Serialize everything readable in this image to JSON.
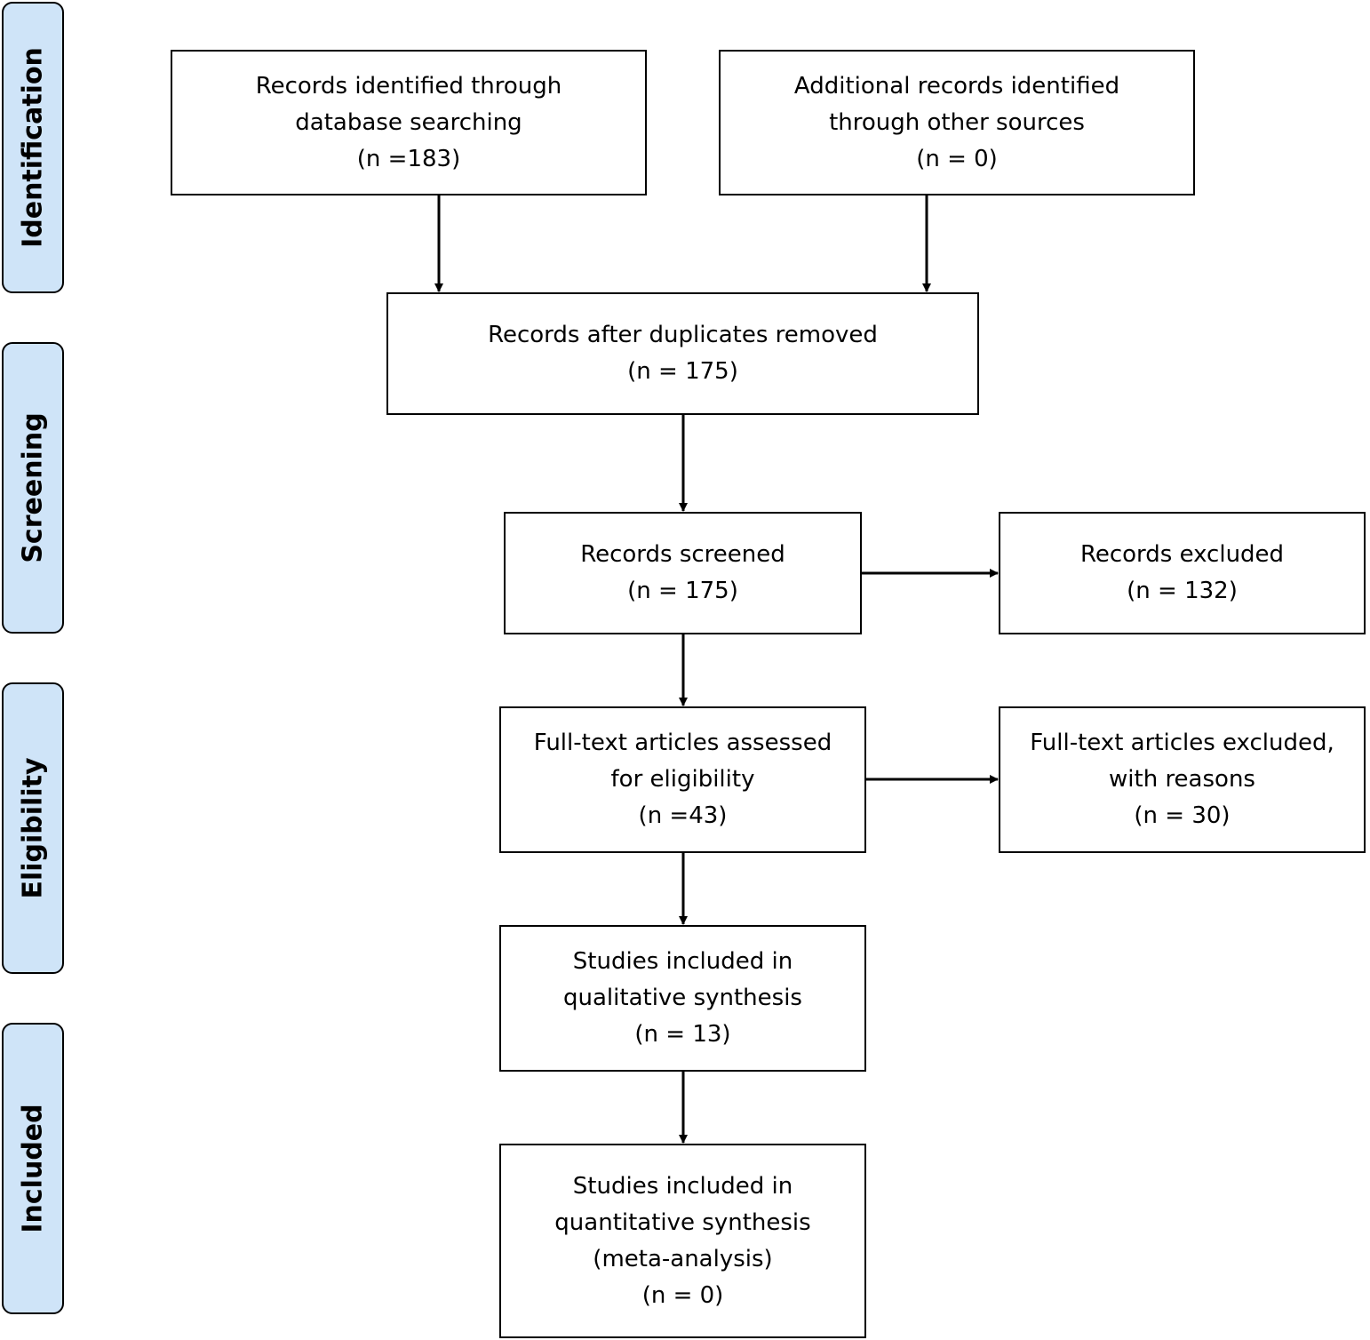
{
  "phases": {
    "identification": "Identification",
    "screening": "Screening",
    "eligibility": "Eligibility",
    "included": "Included"
  },
  "boxes": {
    "database_records": {
      "lines": [
        "Records identified through",
        "database searching",
        "(n =183)"
      ]
    },
    "other_sources": {
      "lines": [
        "Additional records identified",
        "through other sources",
        "(n = 0)"
      ]
    },
    "after_duplicates": {
      "lines": [
        "Records after duplicates removed",
        "(n = 175)"
      ]
    },
    "screened": {
      "lines": [
        "Records screened",
        "(n = 175)"
      ]
    },
    "excluded": {
      "lines": [
        "Records excluded",
        "(n = 132)"
      ]
    },
    "full_text_assessed": {
      "lines": [
        "Full-text articles assessed",
        "for eligibility",
        "(n =43)"
      ]
    },
    "full_text_excluded": {
      "lines": [
        "Full-text articles excluded,",
        "with reasons",
        "(n = 30)"
      ]
    },
    "qualitative": {
      "lines": [
        "Studies included in",
        "qualitative synthesis",
        "(n = 13)"
      ]
    },
    "quantitative": {
      "lines": [
        "Studies included in",
        "quantitative synthesis",
        "(meta-analysis)",
        "(n = 0)"
      ]
    }
  }
}
